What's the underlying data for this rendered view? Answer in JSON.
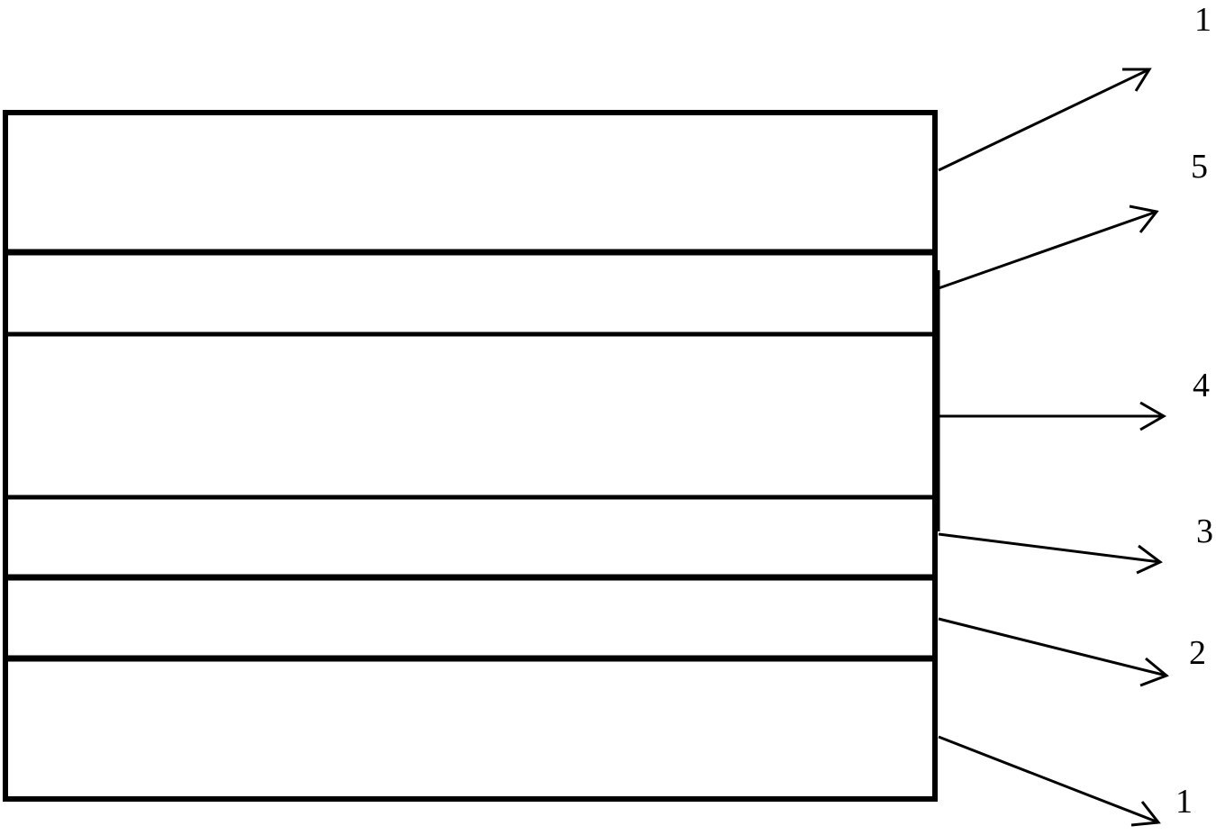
{
  "diagram": {
    "callouts": [
      {
        "id": "top",
        "label": "1"
      },
      {
        "id": "layer-5",
        "label": "5"
      },
      {
        "id": "layer-4",
        "label": "4"
      },
      {
        "id": "layer-3",
        "label": "3"
      },
      {
        "id": "layer-2",
        "label": "2"
      },
      {
        "id": "bottom",
        "label": "1"
      }
    ]
  }
}
